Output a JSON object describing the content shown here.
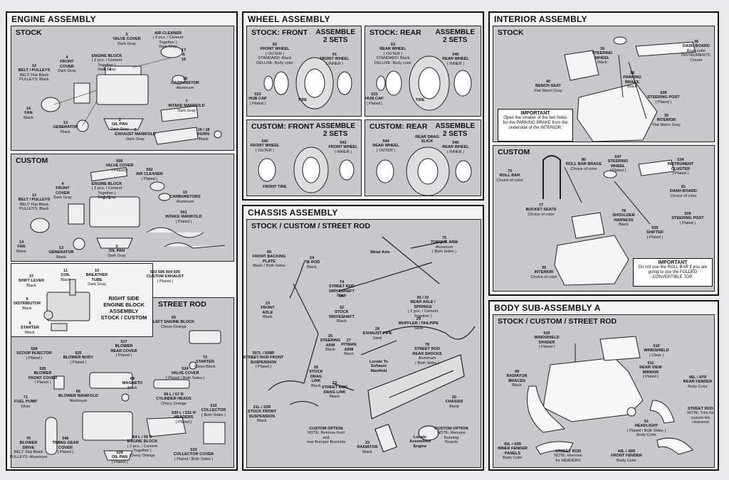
{
  "engine": {
    "title": "ENGINE ASSEMBLY",
    "stock": {
      "title": "STOCK",
      "labels": [
        {
          "n": "5",
          "name": "VALVE COVER",
          "desc": "Dark Gray"
        },
        {
          "n": "",
          "name": "AIR CLEANER",
          "desc": "( 2 pcs. / Cement Together )\nDark Gray"
        },
        {
          "n": "4",
          "name": "FRONT\nCOVER",
          "desc": "Dark Gray"
        },
        {
          "n": "",
          "name": "ENGINE BLOCK",
          "desc": "( 2 pcs. / Cement Together )\nDark Gray"
        },
        {
          "n": "2 / 1",
          "name": "",
          "desc": ""
        },
        {
          "n": "17\n&\n16",
          "name": "",
          "desc": ""
        },
        {
          "n": "12",
          "name": "BELT / PULLEYS",
          "desc": "BELT: Flat Black\nPULLEYS: Black"
        },
        {
          "n": "15",
          "name": "CARBURETOR",
          "desc": "Aluminum"
        },
        {
          "n": "7",
          "name": "INTAKE MANIFOLD",
          "desc": "Dark Gray"
        },
        {
          "n": "14",
          "name": "FAN",
          "desc": "Black"
        },
        {
          "n": "13",
          "name": "GENERATOR",
          "desc": "Black"
        },
        {
          "n": "3",
          "name": "OIL PAN",
          "desc": "Dark Gray"
        },
        {
          "n": "6",
          "name": "EXHAUST MANIFOLD",
          "desc": "Dark Gray"
        },
        {
          "n": "19 / 18",
          "name": "HORN",
          "desc": "Black"
        }
      ]
    },
    "custom": {
      "title": "CUSTOM",
      "labels": [
        {
          "n": "500",
          "name": "VALVE COVER",
          "desc": "( Plated )"
        },
        {
          "n": "502",
          "name": "AIR CLEANER",
          "desc": "( Plated )"
        },
        {
          "n": "4",
          "name": "FRONT\nCOVER",
          "desc": "Dark Gray"
        },
        {
          "n": "",
          "name": "ENGINE BLOCK",
          "desc": "( 2 pcs. / Cement Together )\nDark Gray"
        },
        {
          "n": "2 / 1",
          "name": "",
          "desc": ""
        },
        {
          "n": "15",
          "name": "CARBURETORS",
          "desc": "Aluminum"
        },
        {
          "n": "12",
          "name": "BELT / PULLEYS",
          "desc": "BELT: Flat Black\nPULLEYS: Black"
        },
        {
          "n": "501",
          "name": "INTAKE MANIFOLD",
          "desc": "( Plated )"
        },
        {
          "n": "14",
          "name": "FAN",
          "desc": "Black"
        },
        {
          "n": "13",
          "name": "GENERATOR",
          "desc": "Black"
        },
        {
          "n": "3",
          "name": "OIL PAN",
          "desc": "Dark Gray"
        },
        {
          "n": "503  506  504  505",
          "name": "CUSTOM EXHAUST",
          "desc": "( Plated )"
        }
      ]
    },
    "rightside": {
      "title": "RIGHT SIDE\nENGINE BLOCK\nASSEMBLY\nSTOCK / CUSTOM",
      "labels": [
        {
          "n": "37",
          "name": "SHIFT LEVER",
          "desc": "Black"
        },
        {
          "n": "11",
          "name": "COIL",
          "desc": "Black"
        },
        {
          "n": "10",
          "name": "BREATHER\nTUBE",
          "desc": "Dark Gray"
        },
        {
          "n": "9",
          "name": "DISTRIBUTOR",
          "desc": "Black"
        },
        {
          "n": "8",
          "name": "STARTER",
          "desc": "Black"
        }
      ]
    },
    "streetrod": {
      "title": "STREET ROD",
      "labels": [
        {
          "n": "65",
          "name": "LEFT ENGINE BLOCK",
          "desc": "Chevy Orange"
        },
        {
          "n": "528",
          "name": "SCOOP INJECTOR",
          "desc": "( Plated )"
        },
        {
          "n": "527",
          "name": "BLOWER\nREAR COVER",
          "desc": "( Plated )"
        },
        {
          "n": "525",
          "name": "BLOWER BODY",
          "desc": "( Plated )"
        },
        {
          "n": "72",
          "name": "STARTER",
          "desc": "Gloss Black"
        },
        {
          "n": "526",
          "name": "BLOWER\nFRONT COVER",
          "desc": "( Plated )"
        },
        {
          "n": "524",
          "name": "VALVE COVER",
          "desc": "( Plated / Both Sides )"
        },
        {
          "n": "69",
          "name": "MAGNETO",
          "desc": "Black"
        },
        {
          "n": "66",
          "name": "BLOWER MANIFOLD",
          "desc": "Aluminum"
        },
        {
          "n": "71",
          "name": "FUEL PUMP",
          "desc": "Silver"
        },
        {
          "n": "66 L / 67 R",
          "name": "CYLINDER HEADS",
          "desc": "Chevy Orange"
        },
        {
          "n": "532",
          "name": "COLLECTOR",
          "desc": "( Both Sides )"
        },
        {
          "n": "530 L / 531 R",
          "name": "HEADERS",
          "desc": "( Plated )"
        },
        {
          "n": "70",
          "name": "BLOWER\nDRIVE",
          "desc": "BELT: Flat Black\nPULLEYS: Aluminum"
        },
        {
          "n": "546",
          "name": "TIMING GEAR\nCOVER",
          "desc": "( Plated )"
        },
        {
          "n": "64 L / 65 R",
          "name": "ENGINE BLOCK",
          "desc": "( 2 pcs. / Cement Together )\nChevy Orange"
        },
        {
          "n": "529",
          "name": "OIL PAN",
          "desc": "( Plated )"
        },
        {
          "n": "533",
          "name": "COLLECTOR COVER",
          "desc": "( Plated / Both Sides )"
        }
      ]
    }
  },
  "wheel": {
    "title": "WHEEL ASSEMBLY",
    "stock_front": {
      "title": "STOCK: FRONT",
      "assemble": "ASSEMBLE\n2 SETS",
      "labels": [
        {
          "n": "62",
          "name": "FRONT WHEEL",
          "desc": "( OUTER )\nSTANDARD: Black\nDELUXE: Body color"
        },
        {
          "n": "61",
          "name": "FRONT WHEEL",
          "desc": "( INNER )"
        },
        {
          "n": "523",
          "name": "HUB CAP",
          "desc": "( Plated )"
        },
        {
          "n": "",
          "name": "TIRE",
          "desc": ""
        }
      ]
    },
    "stock_rear": {
      "title": "STOCK: REAR",
      "assemble": "ASSEMBLE\n2 SETS",
      "labels": [
        {
          "n": "63",
          "name": "REAR WHEEL",
          "desc": "( OUTER )\nSTANDARD: Black\nDELUXE: Body color"
        },
        {
          "n": "545",
          "name": "REAR WHEEL",
          "desc": "( INNER )"
        },
        {
          "n": "523",
          "name": "HUB CAP",
          "desc": "( Plated )"
        },
        {
          "n": "",
          "name": "TIRE",
          "desc": ""
        }
      ]
    },
    "custom_front": {
      "title": "CUSTOM: FRONT",
      "assemble": "ASSEMBLE\n2 SETS",
      "labels": [
        {
          "n": "542",
          "name": "FRONT WHEEL",
          "desc": "( OUTER )"
        },
        {
          "n": "543",
          "name": "FRONT WHEEL",
          "desc": "( INNER )"
        },
        {
          "n": "",
          "name": "FRONT TIRE",
          "desc": ""
        }
      ]
    },
    "custom_rear": {
      "title": "CUSTOM: REAR",
      "assemble": "ASSEMBLE\n2 SETS",
      "labels": [
        {
          "n": "544",
          "name": "REAR WHEEL",
          "desc": "( OUTER )"
        },
        {
          "n": "",
          "name": "REAR DRAG\nSLICK",
          "desc": ""
        },
        {
          "n": "545",
          "name": "REAR WHEEL",
          "desc": "( INNER )"
        }
      ]
    }
  },
  "chassis": {
    "title": "CHASSIS ASSEMBLY",
    "sub": "STOCK / CUSTOM / STREET ROD",
    "labels": [
      {
        "n": "60",
        "name": "FRONT BACKING\nPLATE",
        "desc": "Black / Both Sides"
      },
      {
        "n": "24",
        "name": "TIE ROD",
        "desc": "Black"
      },
      {
        "n": "",
        "name": "Metal Axle",
        "desc": ""
      },
      {
        "n": "75",
        "name": "TORQUE ARM",
        "desc": "Aluminum\n( Both Sides )"
      },
      {
        "n": "74",
        "name": "STREET ROD\nDRIVESHAFT",
        "desc": "Black"
      },
      {
        "n": "OR",
        "name": "",
        "desc": ""
      },
      {
        "n": "32",
        "name": "STOCK\nDRIVESHAFT",
        "desc": "Black"
      },
      {
        "n": "23",
        "name": "FRONT\nAXLE",
        "desc": "Black"
      },
      {
        "n": "30 / 31",
        "name": "REAR AXLE / SPRINGS",
        "desc": "( 2 pcs. / Cement Together )"
      },
      {
        "n": "29",
        "name": "MUFFLER / TAILPIPE",
        "desc": "Steel"
      },
      {
        "n": "28",
        "name": "EXHAUST PIPE",
        "desc": "Steel"
      },
      {
        "n": "25",
        "name": "STEERING\nARM",
        "desc": "Black"
      },
      {
        "n": "27",
        "name": "PITMAN\nARM",
        "desc": "Black"
      },
      {
        "n": "76",
        "name": "STREET ROD\nREAR SHOCKS",
        "desc": "Aluminum\n( Both Sides )"
      },
      {
        "n": "507L / 508R",
        "name": "STREET ROD FRONT\nSUSPENSION",
        "desc": "( Plated )"
      },
      {
        "n": "26",
        "name": "STOCK\nDRAG\nLINK",
        "desc": "Black"
      },
      {
        "n": "",
        "name": "Locate To\nExhaust\nManifold",
        "desc": ""
      },
      {
        "n": "73",
        "name": "STREET ROD\nDRAG LINK",
        "desc": "Black"
      },
      {
        "n": "20",
        "name": "CHASSIS",
        "desc": "Black"
      },
      {
        "n": "21L / 22R",
        "name": "STOCK FRONT\nSUSPENSION",
        "desc": "Black"
      },
      {
        "n": "",
        "name": "CUSTOM OPTION",
        "desc": "NOTE: Remove front and\nrear Bumper Brackets"
      },
      {
        "n": "",
        "name": "CUSTOM OPTION",
        "desc": "NOTE: Remove Running\nBoards"
      },
      {
        "n": "33",
        "name": "RADIATOR",
        "desc": "Black"
      },
      {
        "n": "",
        "name": "Locate\nAssembled\nEngine",
        "desc": ""
      }
    ]
  },
  "interior": {
    "title": "INTERIOR ASSEMBLY",
    "stock": {
      "title": "STOCK",
      "labels": [
        {
          "n": "39",
          "name": "STEERING\nWHEEL",
          "desc": "Black"
        },
        {
          "n": "36",
          "name": "DASH BOARD",
          "desc": "Body color\nINSTRUMENTS: Cream"
        },
        {
          "n": "38",
          "name": "PARKING\nBRAKE",
          "desc": "Black"
        },
        {
          "n": "40",
          "name": "BENCH SEAT",
          "desc": "Flat Warm Gray"
        },
        {
          "n": "509",
          "name": "STEERING POST",
          "desc": "( Plated )"
        },
        {
          "n": "35",
          "name": "INTERIOR",
          "desc": "Flat Warm Gray"
        }
      ],
      "note_title": "IMPORTANT",
      "note": "Open the smaller of the two holes for the PARKING BRAKE from the underside of the INTERIOR."
    },
    "custom": {
      "title": "CUSTOM",
      "labels": [
        {
          "n": "79",
          "name": "ROLL BAR",
          "desc": "Choice of color"
        },
        {
          "n": "80",
          "name": "ROLL BAR BRACE",
          "desc": "Choice of color"
        },
        {
          "n": "547",
          "name": "STEERING\nWHEEL",
          "desc": "( Plated )"
        },
        {
          "n": "534",
          "name": "INSTRUMENT\nCLUSTER",
          "desc": "( Plated )"
        },
        {
          "n": "81",
          "name": "DASH BOARD",
          "desc": "Choice of color"
        },
        {
          "n": "77",
          "name": "BUCKET SEATS",
          "desc": "Choice of color"
        },
        {
          "n": "78",
          "name": "SHOULDER\nHARNESS",
          "desc": "Black"
        },
        {
          "n": "509",
          "name": "STEERING POST",
          "desc": "( Plated )"
        },
        {
          "n": "535",
          "name": "SHIFTER",
          "desc": "( Plated )"
        },
        {
          "n": "35",
          "name": "INTERIOR",
          "desc": "Choice of color"
        }
      ],
      "note_title": "IMPORTANT",
      "note": "Do not use the ROLL BAR if you are going to use the FOLDED CONVERTIBLE TOP."
    }
  },
  "body": {
    "title": "BODY SUB-ASSEMBLY A",
    "sub": "STOCK / CUSTOM / STREET ROD",
    "labels": [
      {
        "n": "510",
        "name": "WINDSHIELD\nDIVIDER",
        "desc": "( Plated )"
      },
      {
        "n": "510",
        "name": "WINDSHIELD",
        "desc": "( Clear )"
      },
      {
        "n": "49",
        "name": "RADIATOR\nBRACES",
        "desc": "Black"
      },
      {
        "n": "511",
        "name": "REAR VIEW\nMIRROR",
        "desc": "( Plated )"
      },
      {
        "n": "46L / 47R",
        "name": "REAR FENDER",
        "desc": "Body Color"
      },
      {
        "n": "",
        "name": "STREET ROD",
        "desc": "NOTE: Trim for\ncustom tire\nclearance"
      },
      {
        "n": "51",
        "name": "HEADLIGHT",
        "desc": "( Plated / Both Sides )\nBody Color"
      },
      {
        "n": "42L / 43R",
        "name": "INNER FENDER\nPANELS",
        "desc": "Body Color"
      },
      {
        "n": "",
        "name": "STREET ROD",
        "desc": "NOTE: Remove\nfor HEADERS"
      },
      {
        "n": "44L / 45R",
        "name": "FRONT FENDER",
        "desc": "Body Color"
      }
    ]
  }
}
